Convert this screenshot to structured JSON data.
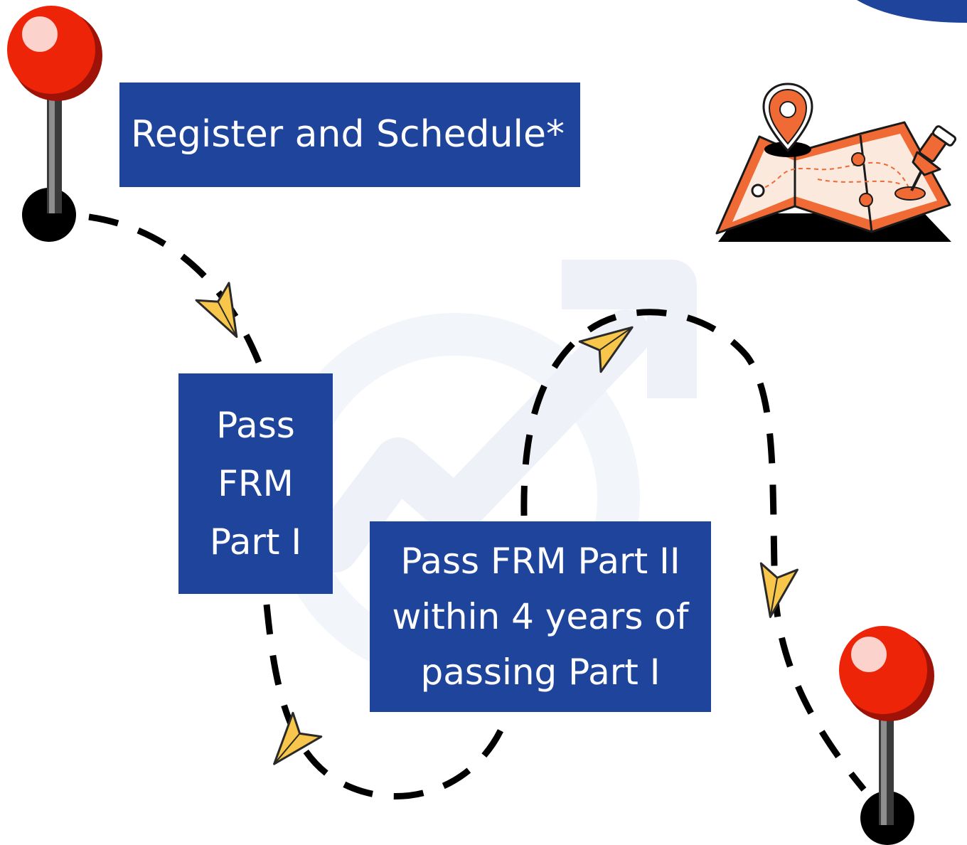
{
  "steps": [
    {
      "id": "register",
      "label": "Register and Schedule*"
    },
    {
      "id": "part1",
      "label": "Pass\nFRM\nPart I"
    },
    {
      "id": "part2",
      "label": "Pass FRM Part II\nwithin 4 years of\npassing Part I"
    }
  ],
  "colors": {
    "box_fill": "#1f449c",
    "box_text": "#ffffff",
    "path": "#000000",
    "arrow_fill": "#f7c64a",
    "pin_head": "#e8200a",
    "map_accent": "#f06a35",
    "watermark": "#f1f4f9"
  },
  "icons": {
    "start_pin": "map-pin-icon",
    "end_pin": "map-pin-icon",
    "map": "folded-map-icon",
    "arrow": "paper-plane-arrow-icon"
  }
}
